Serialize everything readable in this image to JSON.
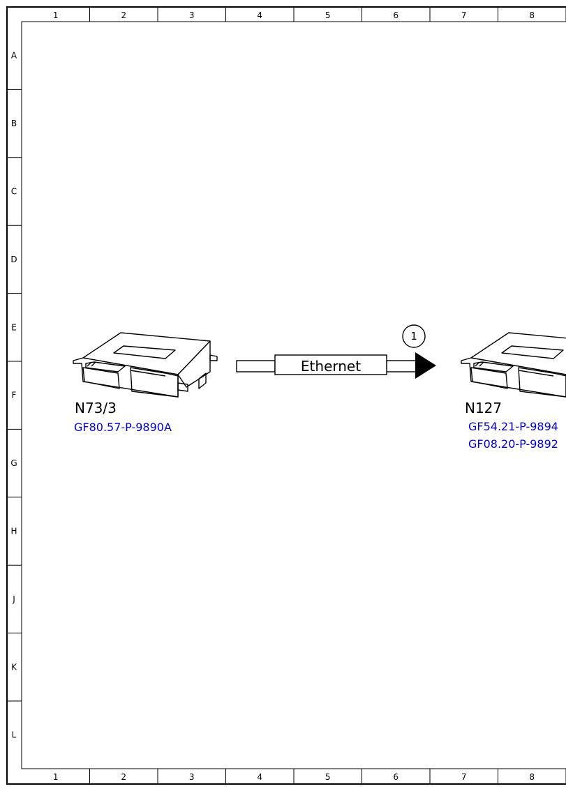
{
  "frame": {
    "columns": [
      "1",
      "2",
      "3",
      "4",
      "5",
      "6",
      "7",
      "8"
    ],
    "rows": [
      "A",
      "B",
      "C",
      "D",
      "E",
      "F",
      "G",
      "H",
      "J",
      "K",
      "L"
    ]
  },
  "components": [
    {
      "id": "N73/3",
      "refs": [
        "GF80.57-P-9890A"
      ]
    },
    {
      "id": "N127",
      "refs": [
        "GF54.21-P-9894",
        "GF08.20-P-9892"
      ]
    }
  ],
  "connection": {
    "label": "Ethernet",
    "callout": "1"
  },
  "colors": {
    "line": "#000000",
    "link": "#0000cc",
    "background": "#ffffff"
  }
}
